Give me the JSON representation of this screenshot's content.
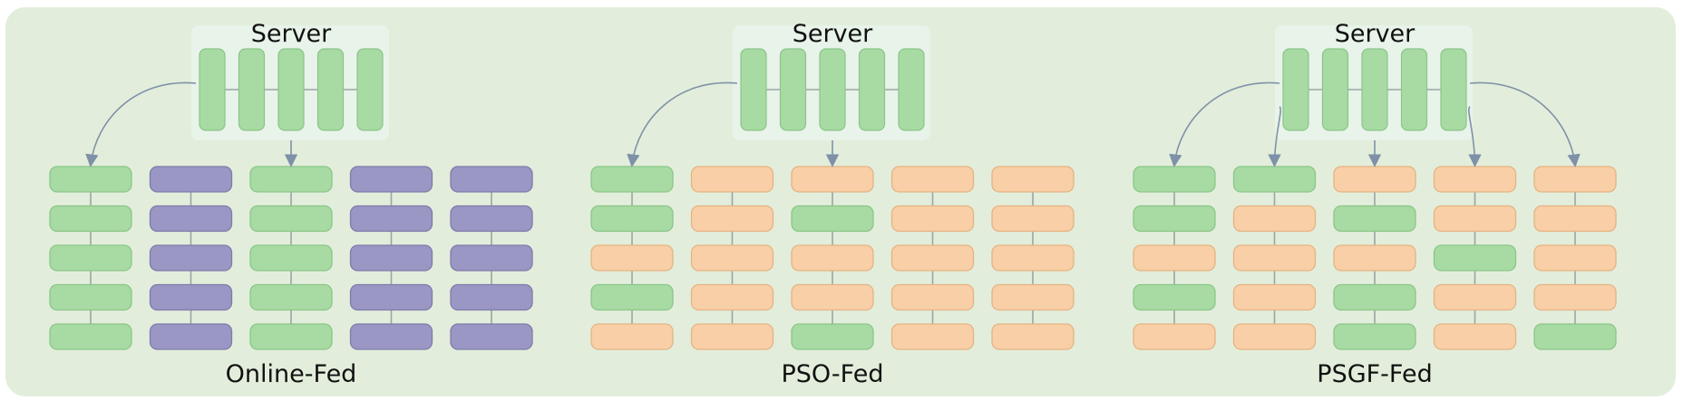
{
  "colors": {
    "background": "#e2eedb",
    "server_box": "#e8f3ea",
    "connector": "#9aa6a3",
    "arrow": "#7f91a8",
    "block": {
      "green": {
        "fill": "#a7dba3",
        "stroke": "#8cc589"
      },
      "purple": {
        "fill": "#9a97c4",
        "stroke": "#7f7bab"
      },
      "orange": {
        "fill": "#f8cfa6",
        "stroke": "#e6b384"
      }
    }
  },
  "panels": [
    {
      "title": "Online-Fed",
      "server_label": "Server",
      "server_layers": 5,
      "arrow_targets": [
        0,
        2
      ],
      "clients": [
        [
          "green",
          "green",
          "green",
          "green",
          "green"
        ],
        [
          "purple",
          "purple",
          "purple",
          "purple",
          "purple"
        ],
        [
          "green",
          "green",
          "green",
          "green",
          "green"
        ],
        [
          "purple",
          "purple",
          "purple",
          "purple",
          "purple"
        ],
        [
          "purple",
          "purple",
          "purple",
          "purple",
          "purple"
        ]
      ]
    },
    {
      "title": "PSO-Fed",
      "server_label": "Server",
      "server_layers": 5,
      "arrow_targets": [
        0,
        2
      ],
      "clients": [
        [
          "green",
          "green",
          "orange",
          "green",
          "orange"
        ],
        [
          "orange",
          "orange",
          "orange",
          "orange",
          "orange"
        ],
        [
          "orange",
          "green",
          "orange",
          "orange",
          "green"
        ],
        [
          "orange",
          "orange",
          "orange",
          "orange",
          "orange"
        ],
        [
          "orange",
          "orange",
          "orange",
          "orange",
          "orange"
        ]
      ]
    },
    {
      "title": "PSGF-Fed",
      "server_label": "Server",
      "server_layers": 5,
      "arrow_targets": [
        0,
        1,
        2,
        3,
        4
      ],
      "clients": [
        [
          "green",
          "green",
          "orange",
          "green",
          "orange"
        ],
        [
          "green",
          "orange",
          "orange",
          "orange",
          "orange"
        ],
        [
          "orange",
          "green",
          "orange",
          "green",
          "green"
        ],
        [
          "orange",
          "orange",
          "green",
          "orange",
          "orange"
        ],
        [
          "orange",
          "orange",
          "orange",
          "orange",
          "green"
        ]
      ]
    }
  ]
}
